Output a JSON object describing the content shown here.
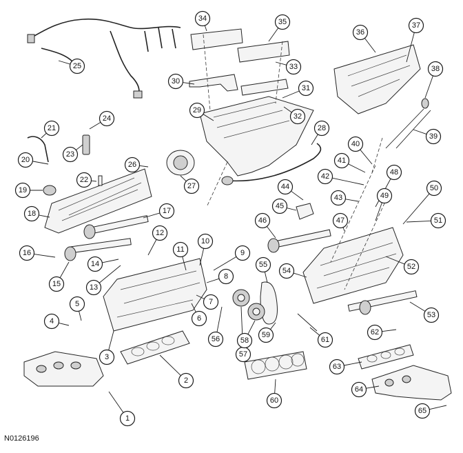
{
  "figure_code": "N0126196",
  "callouts": [
    "1",
    "2",
    "3",
    "4",
    "5",
    "6",
    "7",
    "8",
    "9",
    "10",
    "11",
    "12",
    "13",
    "14",
    "15",
    "16",
    "17",
    "18",
    "19",
    "20",
    "21",
    "22",
    "23",
    "24",
    "25",
    "26",
    "27",
    "28",
    "29",
    "30",
    "31",
    "32",
    "33",
    "34",
    "35",
    "36",
    "37",
    "38",
    "39",
    "40",
    "41",
    "42",
    "43",
    "44",
    "45",
    "46",
    "47",
    "48",
    "49",
    "50",
    "51",
    "52",
    "53",
    "54",
    "55",
    "56",
    "57",
    "58",
    "59",
    "60",
    "61",
    "62",
    "63",
    "64",
    "65"
  ]
}
